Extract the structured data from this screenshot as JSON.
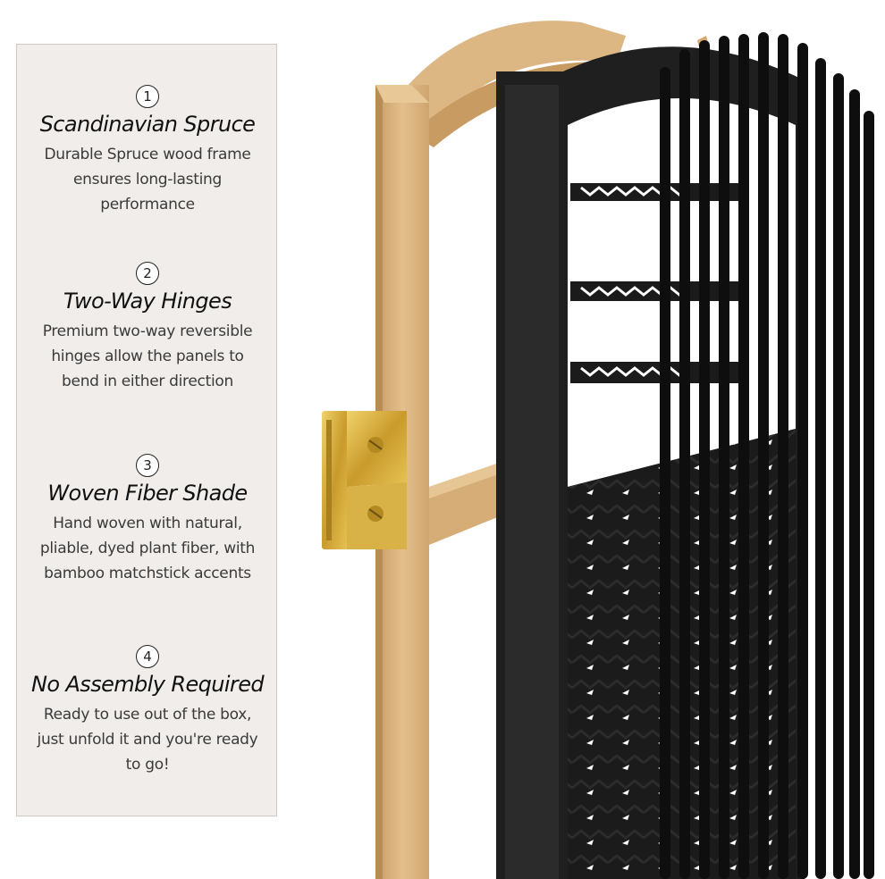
{
  "colors": {
    "panel_bg": "#f0edea",
    "wood": "#d9b483",
    "woven": "#1b1b1b",
    "brass": "#c9a23a"
  },
  "features": [
    {
      "number": "1",
      "title": "Scandinavian Spruce",
      "description": "Durable Spruce wood frame ensures long-lasting performance"
    },
    {
      "number": "2",
      "title": "Two-Way Hinges",
      "description": "Premium two-way reversible hinges allow the panels to bend in either direction"
    },
    {
      "number": "3",
      "title": "Woven Fiber Shade",
      "description": "Hand woven with natural, pliable, dyed plant fiber, with bamboo matchstick accents"
    },
    {
      "number": "4",
      "title": "No Assembly Required",
      "description": "Ready to use out of the box, just unfold it and you're ready to go!"
    }
  ]
}
